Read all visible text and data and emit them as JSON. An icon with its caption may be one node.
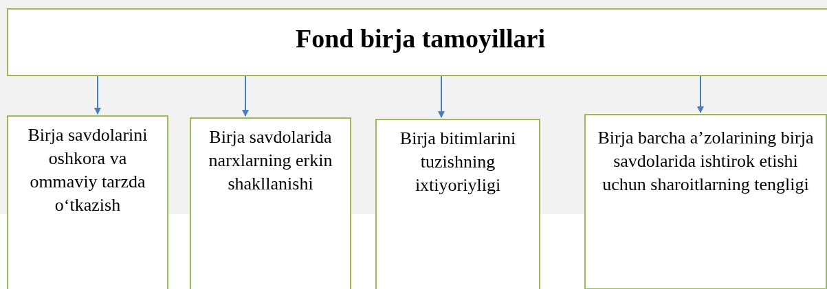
{
  "diagram": {
    "nodes": [
      {
        "text": [
          "Fond birja tamoyillari"
        ]
      },
      {
        "text": [
          "Birja savdolarini oshkora va ommaviy tarzda o‘tkazish"
        ]
      },
      {
        "text": [
          "Birja savdolarida narxlarning erkin shakllanishi"
        ]
      },
      {
        "text": [
          "Birja bitimlarini tuzishning ixtiyoriyligi"
        ]
      },
      {
        "text": [
          "Birja barcha a’zolarining birja savdolarida ishtirok etishi uchun sharoitlarning tengligi"
        ]
      }
    ],
    "edges": [
      {
        "from": 0,
        "to": 1,
        "arrow": "to"
      },
      {
        "from": 0,
        "to": 2,
        "arrow": "to"
      },
      {
        "from": 0,
        "to": 3,
        "arrow": "to"
      },
      {
        "from": 0,
        "to": 4,
        "arrow": "to"
      }
    ]
  }
}
